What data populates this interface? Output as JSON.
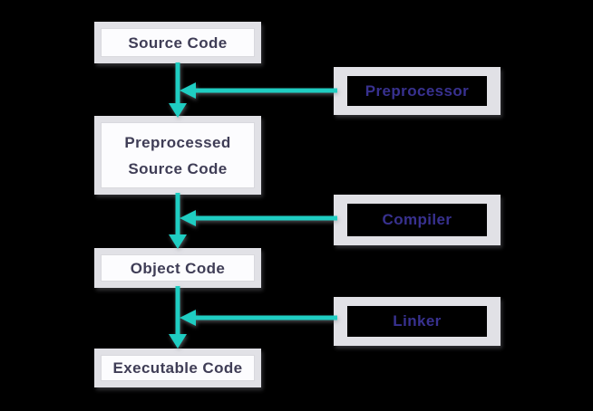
{
  "diagram": {
    "type": "flowchart",
    "subject": "compilation-process",
    "nodes": [
      {
        "id": "source-code",
        "label": "Source Code"
      },
      {
        "id": "preprocessed-source-code",
        "label": "Preprocessed Source Code"
      },
      {
        "id": "object-code",
        "label": "Object Code"
      },
      {
        "id": "executable-code",
        "label": "Executable Code"
      }
    ],
    "processes": [
      {
        "id": "preprocessor",
        "label": "Preprocessor"
      },
      {
        "id": "compiler",
        "label": "Compiler"
      },
      {
        "id": "linker",
        "label": "Linker"
      }
    ],
    "edges": [
      {
        "from": "source-code",
        "to": "preprocessed-source-code",
        "via": "preprocessor"
      },
      {
        "from": "preprocessed-source-code",
        "to": "object-code",
        "via": "compiler"
      },
      {
        "from": "object-code",
        "to": "executable-code",
        "via": "linker"
      }
    ],
    "colors": {
      "arrow": "#1fcdc2",
      "node_text": "#3f3d56",
      "process_text": "#38318f",
      "box_frame": "#e1e1e6",
      "node_fill": "#fcfcfe",
      "background": "#000000"
    }
  }
}
